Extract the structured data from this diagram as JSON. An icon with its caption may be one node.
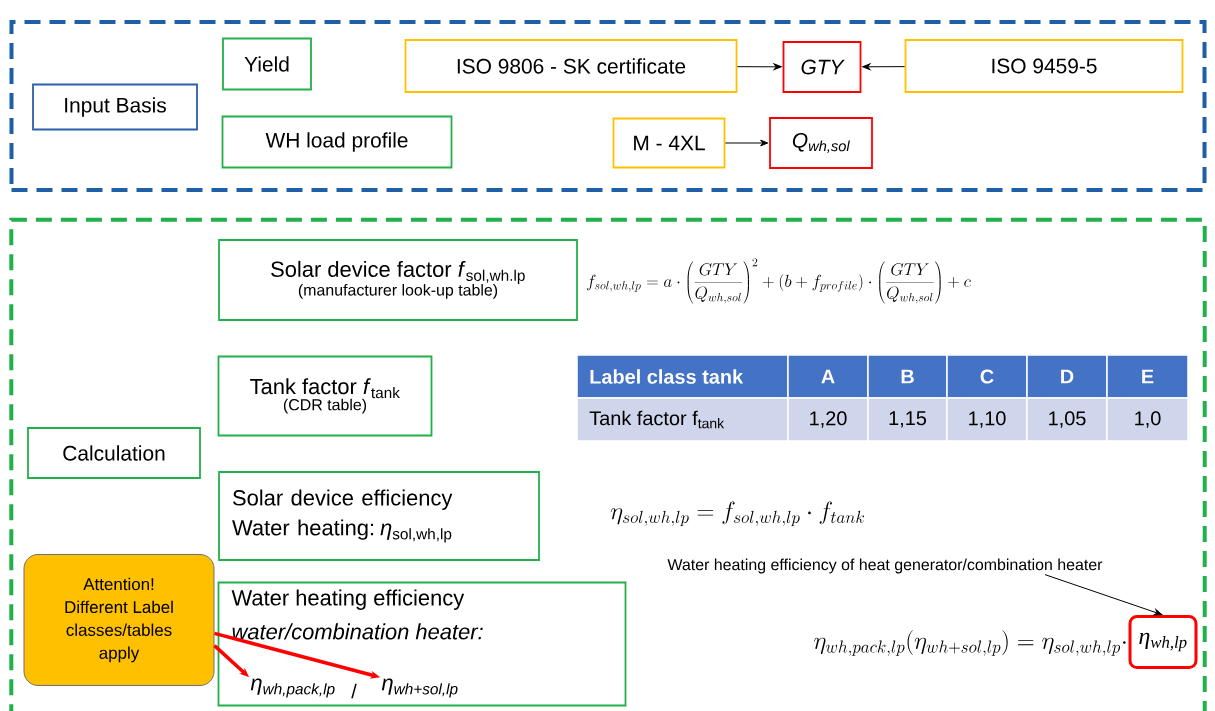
{
  "diagram": {
    "nodes": [
      {
        "text": [],
        "shape": "box"
      },
      {
        "text": [
          "Input Basis"
        ],
        "in": 0
      },
      {
        "text": [
          "Yield"
        ],
        "in": 0
      },
      {
        "text": [
          "WH load profile"
        ],
        "in": 0
      },
      {
        "text": [
          "ISO 9806 - SK certificate"
        ],
        "in": 0
      },
      {
        "text": [
          "GTY"
        ],
        "in": 0
      },
      {
        "text": [
          "ISO 9459-5"
        ],
        "in": 0
      },
      {
        "text": [
          "M - 4XL"
        ],
        "in": 0
      },
      {
        "text": [
          "Q$_{wh,sol}$"
        ],
        "in": 0
      },
      {
        "text": [],
        "shape": "box"
      },
      {
        "text": [
          "Calculation"
        ],
        "in": 9
      },
      {
        "text": [
          "Solar device factor *f*$_{sol,wh.lp}$",
          "(manufacturer look-up table)"
        ],
        "in": 9
      },
      {
        "text": [
          "Tank factor *f*$_{tank}$",
          "(CDR table)"
        ],
        "in": 9
      },
      {
        "text": [
          "Solar device efficiency Water heating: *η*$_{sol,wh,lp}$"
        ],
        "in": 9
      },
      {
        "text": [
          "Water heating efficiency",
          "water/combination heater:"
        ],
        "in": 9
      },
      {
        "text": [
          "η$_{wh,pack,lp}$"
        ],
        "in": 14
      },
      {
        "text": [
          "η$_{wh+sol,lp}$"
        ],
        "in": 14
      },
      {
        "text": [
          "Attention! Different Label classes/tables apply"
        ],
        "in": 9
      },
      {
        "text": [
          "Water heating efficiency of heat generator/combination heater"
        ],
        "in": 9
      },
      {
        "text": [
          "η$_{wh,lp}$"
        ],
        "in": 9
      }
    ],
    "edges": [
      {
        "from": 4,
        "to": 5,
        "arrow": "to"
      },
      {
        "from": 6,
        "to": 5,
        "arrow": "to"
      },
      {
        "from": 7,
        "to": 8,
        "arrow": "to"
      },
      {
        "from": 17,
        "to": 15,
        "arrow": "to",
        "style": "thick",
        "color": "#ff0000"
      },
      {
        "from": 17,
        "to": 16,
        "arrow": "to",
        "style": "thick",
        "color": "#ff0000"
      },
      {
        "from": 18,
        "to": 19,
        "arrow": "to"
      }
    ],
    "labels": [
      "f_{sol,wh,lp} = a\\cdot\\left(\\frac{GTY}{Q_{wh,sol}}\\right)^{2}+\\left(b+f_{profile}\\right)\\cdot\\left(\\frac{GTY}{Q_{wh,sol}}\\right)+c",
      "Label class tank",
      "A",
      "B",
      "C",
      "D",
      "E",
      "Tank factor f$_{tank}$",
      "1,20",
      "1,15",
      "1,10",
      "1,05",
      "1,0",
      "\\eta_{sol,wh,lp} = f_{sol,wh,lp}\\cdot f_{tank}",
      "\\eta_{wh,pack,lp}(\\eta_{wh+sol,lp}) = \\eta_{sol,wh,lp}\\cdot",
      "/"
    ]
  }
}
